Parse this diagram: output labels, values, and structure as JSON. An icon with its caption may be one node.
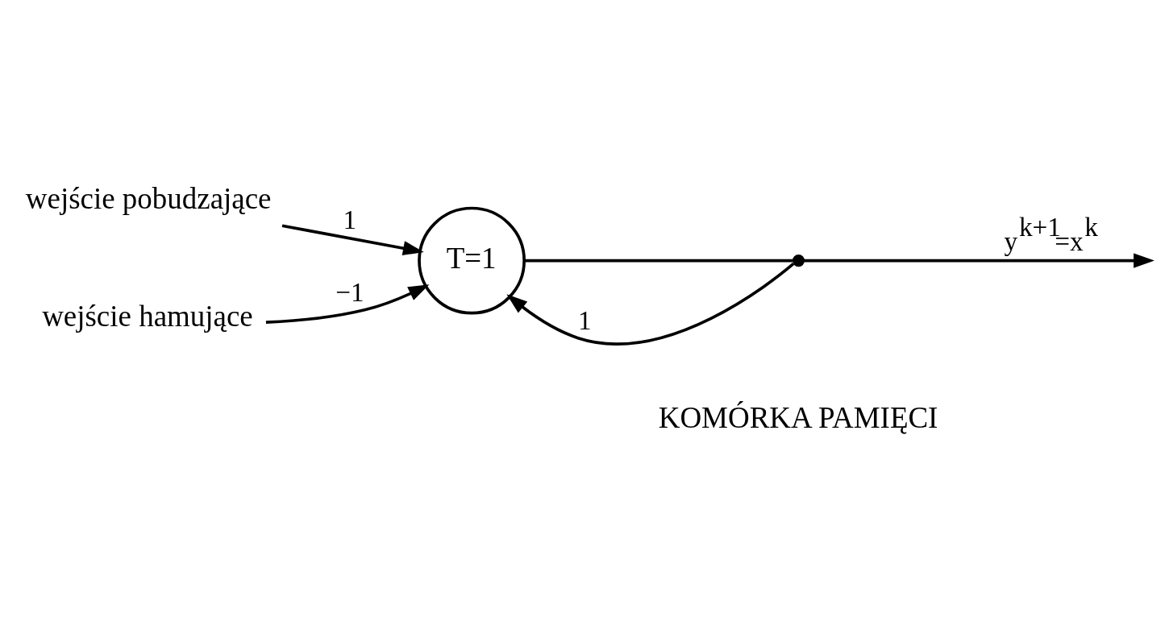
{
  "diagram": {
    "nodes": [
      {
        "text": [
          "wejście pobudzające"
        ]
      },
      {
        "text": [
          "wejście hamujące"
        ]
      },
      {
        "text": [
          "T=1"
        ]
      },
      {
        "text": [],
        "shape": "circle"
      }
    ],
    "edges": [
      {
        "from": 3,
        "to": 2,
        "arrow": "to",
        "label": "1"
      },
      {
        "from": 0,
        "to": 2,
        "arrow": "to",
        "label": "1"
      },
      {
        "from": 1,
        "to": 2,
        "arrow": "to",
        "label": "−1"
      },
      {
        "from": 2,
        "to": 3,
        "arrow": "none"
      },
      {
        "from": 3,
        "to": null,
        "arrow": "to",
        "label": "y$^{k+1}$=x$^{k}$"
      }
    ],
    "labels": [
      "KOMÓRKA PAMIĘCI"
    ]
  }
}
